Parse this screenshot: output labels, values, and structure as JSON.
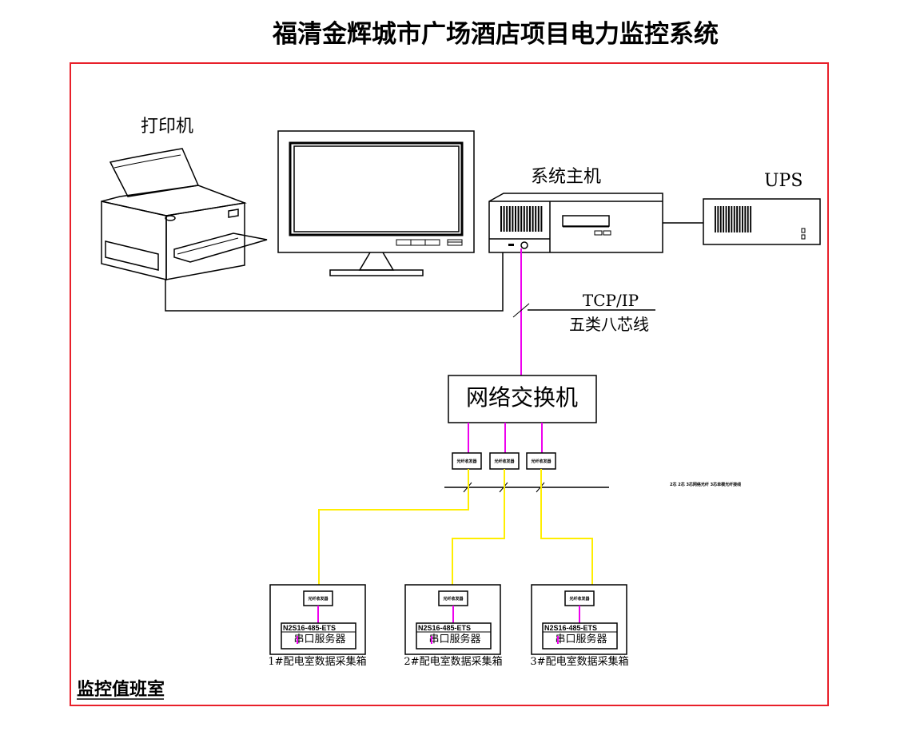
{
  "title": "福清金辉城市广场酒店项目电力监控系统",
  "room_label": "监控值班室",
  "devices": {
    "printer": "打印机",
    "host": "系统主机",
    "ups": "UPS"
  },
  "network": {
    "protocol": "TCP/IP",
    "cable": "五类八芯线",
    "switch": "网络交换机",
    "converter_label": "光纤收发器",
    "fiber_note": "2芯 2芯 3芯网络光纤 3芯单模光纤接线"
  },
  "cabinets": [
    {
      "converter": "光纤收发器",
      "model": "N2S16-485-ETS",
      "device": "串口服务器",
      "label": "1#配电室数据采集箱"
    },
    {
      "converter": "光纤收发器",
      "model": "N2S16-485-ETS",
      "device": "串口服务器",
      "label": "2#配电室数据采集箱"
    },
    {
      "converter": "光纤收发器",
      "model": "N2S16-485-ETS",
      "device": "串口服务器",
      "label": "3#配电室数据采集箱"
    }
  ],
  "colors": {
    "frame": "#e8202a",
    "ethernet_line": "#ee00ee",
    "fiber_line": "#ffee00",
    "line": "#000000"
  }
}
